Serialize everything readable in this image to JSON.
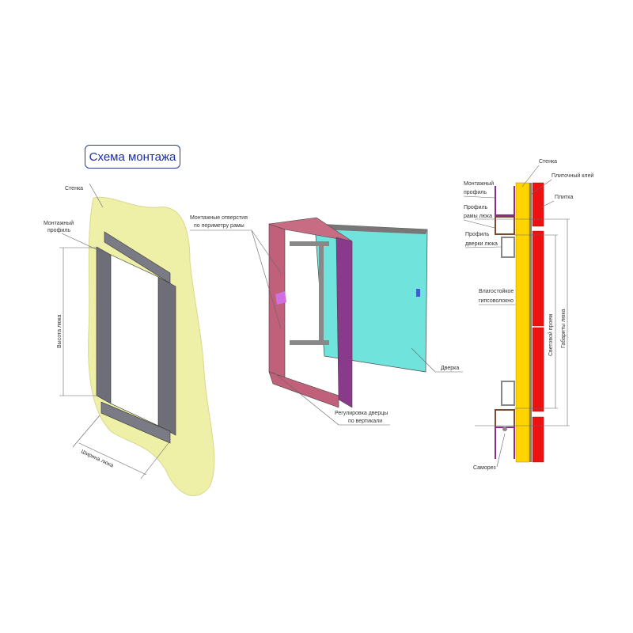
{
  "title": "Схема монтажа",
  "left": {
    "wall": "Стенка",
    "profile_1": "Монтажный",
    "profile_2": "профиль",
    "height": "Высота люка",
    "width": "Ширина люка"
  },
  "middle": {
    "holes_1": "Монтажные отверстия",
    "holes_2": "по периметру рамы",
    "door": "Дверка",
    "adjust_1": "Регулировка дверцы",
    "adjust_2": "по вертикали"
  },
  "right": {
    "wall": "Стенка",
    "glue": "Плиточный клей",
    "tile": "Плитка",
    "mount_1": "Монтажный",
    "mount_2": "профиль",
    "frame_1": "Профиль",
    "frame_2": "рамы люка",
    "door_1": "Профиль",
    "door_2": "дверки люка",
    "gvl_1": "Влагостойкое",
    "gvl_2": "гипсоволокно",
    "opening": "Световой проем",
    "size": "Габариты люка",
    "screw": "Саморез"
  },
  "colors": {
    "wall": "#eef0a8",
    "frame": "#6e6e78",
    "hatch_frame": "#b0506a",
    "door": "#6fe3dc",
    "gvl": "#ffd400",
    "tile": "#ee1111",
    "mount": "#8a2a8a",
    "frame_profile": "#7a4a2a"
  }
}
